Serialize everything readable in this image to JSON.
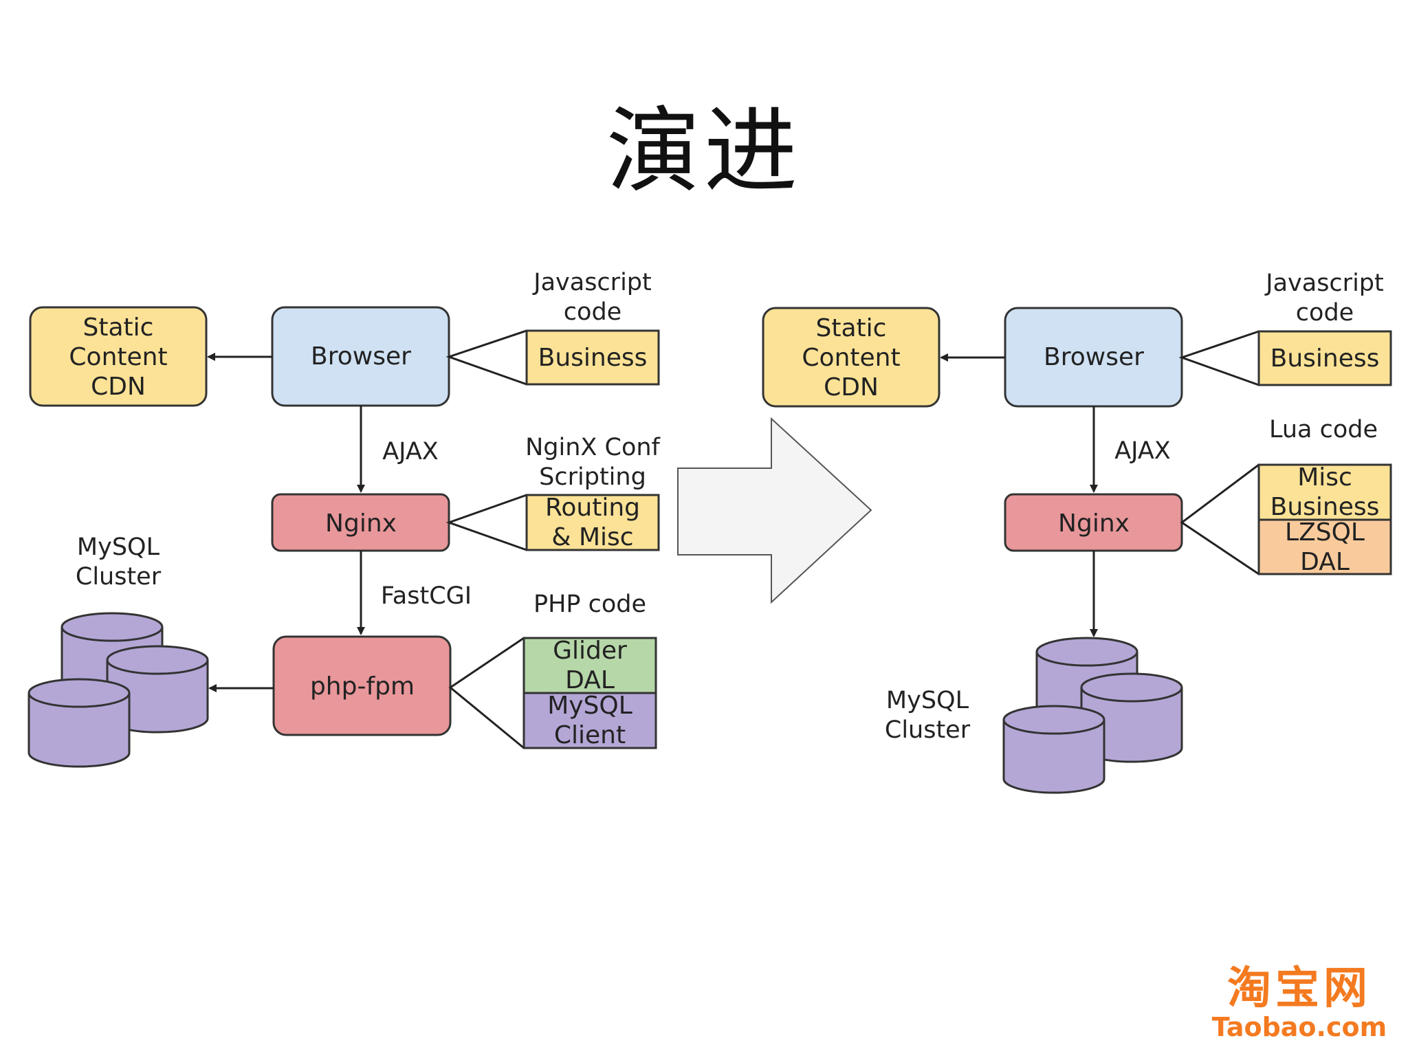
{
  "slide": {
    "title": "演进"
  },
  "left": {
    "static_cdn": [
      "Static",
      "Content",
      "CDN"
    ],
    "browser": "Browser",
    "nginx": "Nginx",
    "phpfpm": "php-fpm",
    "js_label": [
      "Javascript",
      "code"
    ],
    "business": "Business",
    "ajax": "AJAX",
    "nginx_conf_label": [
      "NginX Conf",
      "Scripting"
    ],
    "routing": [
      "Routing",
      "& Misc"
    ],
    "fastcgi": "FastCGI",
    "php_code": "PHP code",
    "glider": [
      "Glider",
      "DAL"
    ],
    "mysql_client": [
      "MySQL",
      "Client"
    ],
    "mysql_cluster": [
      "MySQL",
      "Cluster"
    ]
  },
  "right": {
    "static_cdn": [
      "Static",
      "Content",
      "CDN"
    ],
    "browser": "Browser",
    "nginx": "Nginx",
    "js_label": [
      "Javascript",
      "code"
    ],
    "business": "Business",
    "ajax": "AJAX",
    "lua_code": "Lua code",
    "misc_business": [
      "Misc",
      "Business"
    ],
    "lzsql": [
      "LZSQL",
      "DAL"
    ],
    "mysql_cluster": [
      "MySQL",
      "Cluster"
    ]
  },
  "colors": {
    "yellow": "#fbe297",
    "blue": "#cfe1f3",
    "pink": "#e8979a",
    "green": "#b6d7a8",
    "purple": "#b4a7d6",
    "orange": "#f9cb9c"
  },
  "logo": {
    "cn": "淘宝网",
    "en": "Taobao.com"
  }
}
